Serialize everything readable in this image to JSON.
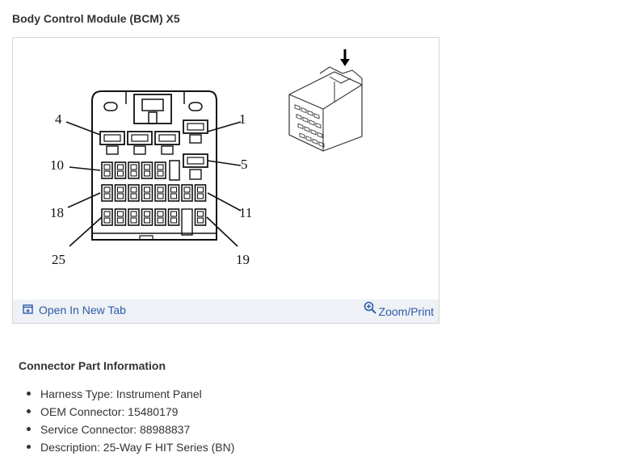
{
  "page": {
    "title": "Body Control Module (BCM) X5"
  },
  "diagram": {
    "pin_labels": [
      "4",
      "1",
      "10",
      "5",
      "18",
      "11",
      "25",
      "19"
    ],
    "icons": {
      "arrow": "arrow-down-icon",
      "connector": "connector-iso-icon"
    }
  },
  "footer": {
    "open_label": "Open In New Tab",
    "zoom_label": "Zoom/Print",
    "link_color": "#2e5aa8",
    "background": "#eef1f6",
    "open_icon": "open-tab-icon",
    "zoom_icon": "zoom-in-icon"
  },
  "connector_info": {
    "heading": "Connector Part Information",
    "items": [
      "Harness Type: Instrument Panel",
      "OEM Connector: 15480179",
      "Service Connector: 88988837",
      "Description: 25-Way F HIT Series (BN)"
    ]
  }
}
